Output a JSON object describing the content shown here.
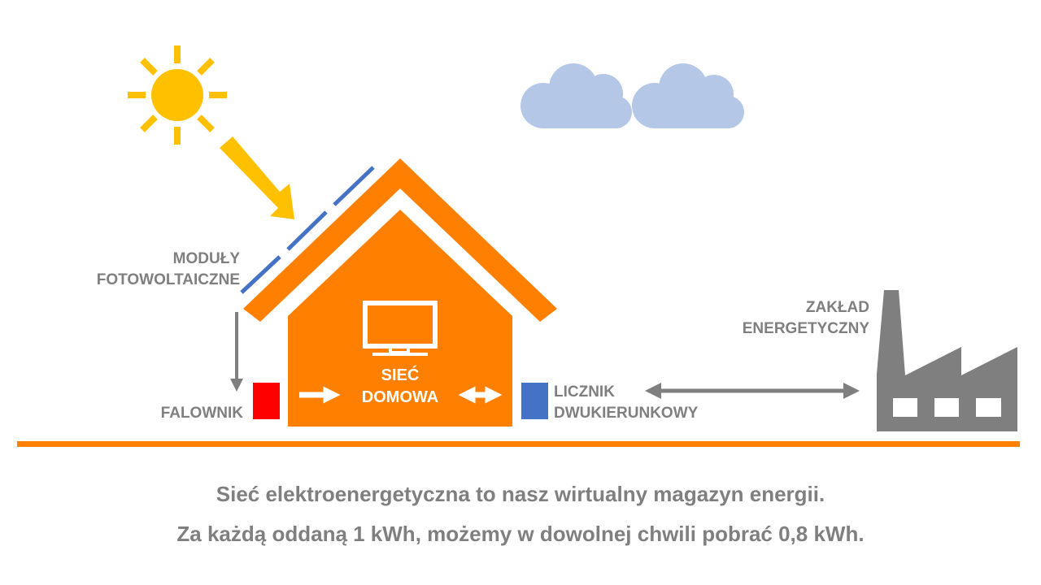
{
  "labels": {
    "pv_modules": [
      "MODUŁY",
      "FOTOWOLTAICZNE"
    ],
    "inverter": "FALOWNIK",
    "home_grid": [
      "SIEĆ",
      "DOMOWA"
    ],
    "meter": [
      "LICZNIK",
      "DWUKIERUNKOWY"
    ],
    "utility": [
      "ZAKŁAD",
      "ENERGETYCZNY"
    ]
  },
  "caption": [
    "Sieć elektroenergetyczna to nasz wirtualny magazyn energii.",
    "Za każdą oddaną 1 kWh, możemy w dowolnej chwili pobrać 0,8 kWh."
  ],
  "colors": {
    "house": "#ff8000",
    "sun": "#ffc000",
    "panel": "#4472c4",
    "inverter": "#ff0000",
    "meter": "#4472c4",
    "gray": "#7f7f7f",
    "cloud": "#b4c7e7"
  }
}
